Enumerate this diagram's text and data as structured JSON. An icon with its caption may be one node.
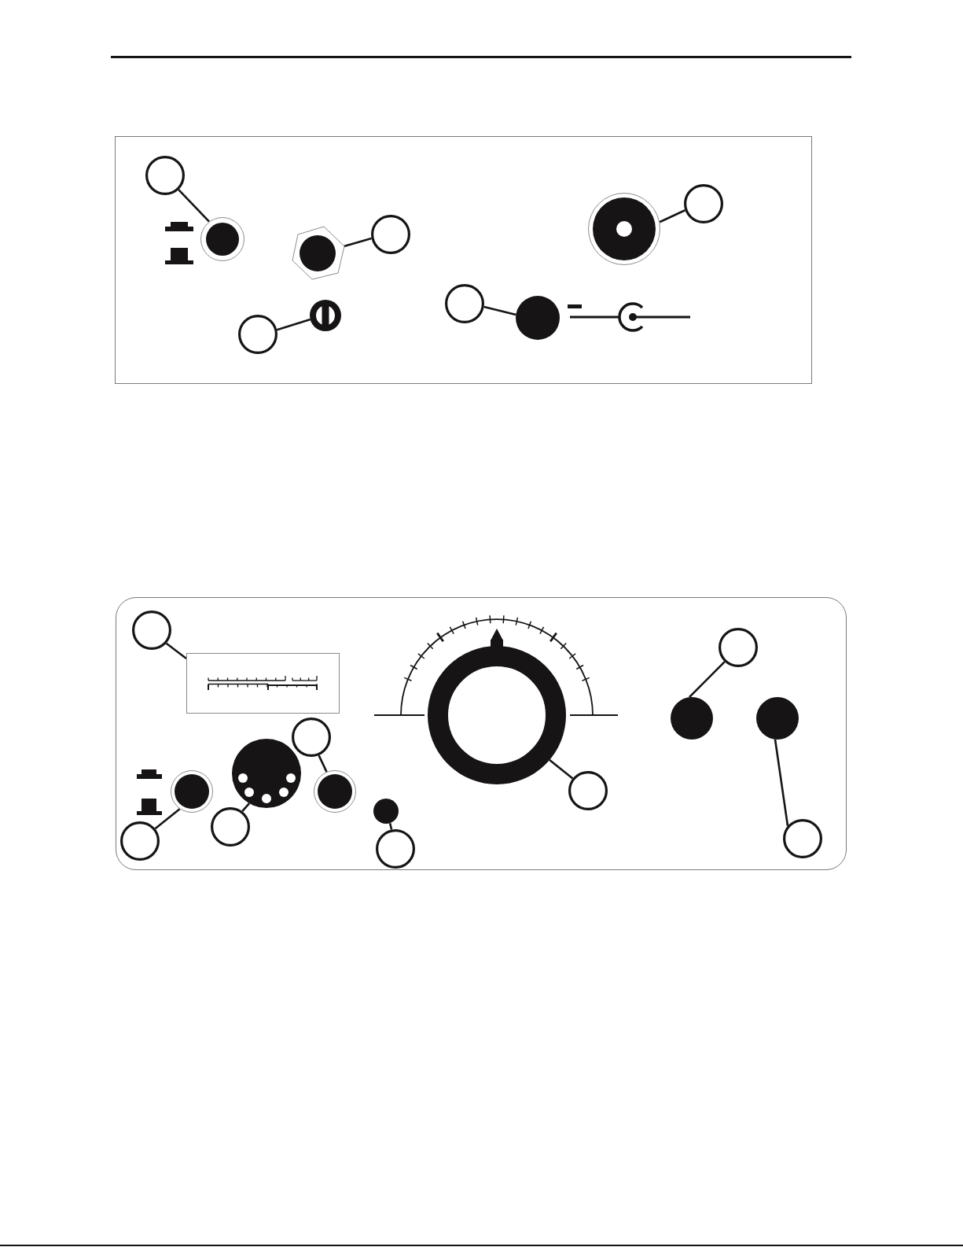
{
  "diagram": {
    "nodes": [
      {
        "text": [],
        "shape": "box"
      },
      {
        "text": [],
        "shape": "circle",
        "in": 0
      },
      {
        "text": [],
        "shape": "circle",
        "in": 0
      },
      {
        "text": [],
        "shape": "hexagon",
        "in": 0
      },
      {
        "text": [],
        "shape": "circle",
        "in": 0
      },
      {
        "text": [],
        "shape": "circle",
        "in": 0
      },
      {
        "text": [],
        "shape": "circle",
        "in": 0
      },
      {
        "text": [],
        "shape": "circle",
        "in": 0
      },
      {
        "text": [],
        "shape": "circle",
        "in": 0
      },
      {
        "text": [],
        "shape": "circle",
        "in": 0
      },
      {
        "text": [],
        "shape": "circle",
        "in": 0
      },
      {
        "text": [],
        "shape": "box"
      },
      {
        "text": [],
        "shape": "circle",
        "in": 11
      },
      {
        "text": [],
        "shape": "box",
        "in": 11
      },
      {
        "text": [],
        "shape": "circle",
        "in": 11
      },
      {
        "text": [],
        "shape": "circle",
        "in": 11
      },
      {
        "text": [],
        "shape": "circle",
        "in": 11
      },
      {
        "text": [],
        "shape": "circle",
        "in": 11
      },
      {
        "text": [],
        "shape": "circle",
        "in": 11
      },
      {
        "text": [],
        "shape": "circle",
        "in": 11
      },
      {
        "text": [],
        "shape": "circle",
        "in": 11
      },
      {
        "text": [],
        "shape": "circle",
        "in": 11
      },
      {
        "text": [],
        "shape": "circle",
        "in": 11
      },
      {
        "text": [],
        "shape": "circle",
        "in": 11
      },
      {
        "text": [],
        "shape": "circle",
        "in": 11
      },
      {
        "text": [],
        "shape": "circle",
        "in": 11
      },
      {
        "text": [],
        "shape": "circle",
        "in": 11
      },
      {
        "text": [],
        "shape": "circle",
        "in": 11
      }
    ],
    "edges": [
      {
        "from": 1,
        "to": 2,
        "arrow": "none"
      },
      {
        "from": 4,
        "to": 3,
        "arrow": "none"
      },
      {
        "from": 5,
        "to": 6,
        "arrow": "none"
      },
      {
        "from": 8,
        "to": 7,
        "arrow": "none"
      },
      {
        "from": 9,
        "to": 10,
        "arrow": "none"
      },
      {
        "from": 12,
        "to": 13,
        "arrow": "none"
      },
      {
        "from": 15,
        "to": 16,
        "arrow": "none"
      },
      {
        "from": 18,
        "to": 20,
        "arrow": "none"
      },
      {
        "from": 24,
        "to": 19,
        "arrow": "none"
      },
      {
        "from": 25,
        "to": 21,
        "arrow": "none"
      },
      {
        "from": 27,
        "to": 22,
        "arrow": "none"
      },
      {
        "from": 23,
        "to": 14,
        "arrow": "none"
      },
      {
        "from": 26,
        "to": 17,
        "arrow": "none"
      }
    ]
  }
}
